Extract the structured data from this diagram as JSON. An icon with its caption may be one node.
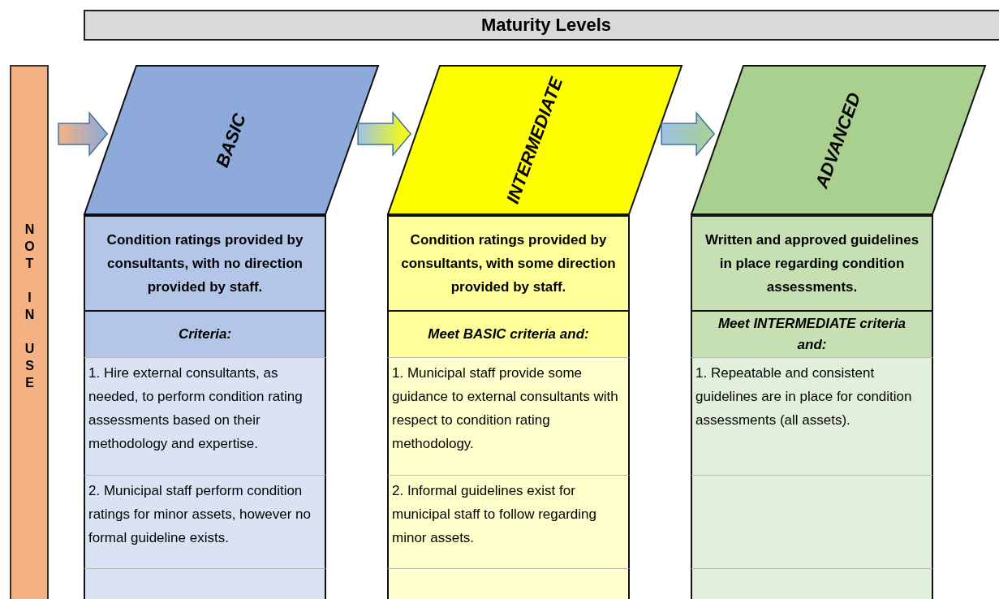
{
  "diagram": {
    "title": "Maturity Levels",
    "nodes": [
      {
        "text": [
          "NOT IN USE"
        ]
      },
      {
        "text": [
          "BASIC"
        ]
      },
      {
        "text": [
          "Condition ratings provided by consultants, with no direction provided by staff."
        ]
      },
      {
        "text": [
          "Criteria:"
        ]
      },
      {
        "text": [
          "1. Hire external consultants, as needed, to perform condition rating assessments based on their methodology and expertise."
        ]
      },
      {
        "text": [
          "2. Municipal staff perform condition ratings for minor assets, however no formal guideline exists."
        ]
      },
      {
        "text": [],
        "shape": "box"
      },
      {
        "text": [
          "INTERMEDIATE"
        ]
      },
      {
        "text": [
          "Condition ratings provided by consultants, with some direction provided by staff."
        ]
      },
      {
        "text": [
          "Meet BASIC criteria and:"
        ]
      },
      {
        "text": [
          "1. Municipal staff provide some guidance to external consultants with respect to condition rating methodology."
        ]
      },
      {
        "text": [
          "2. Informal guidelines exist for municipal staff to follow regarding minor assets."
        ]
      },
      {
        "text": [],
        "shape": "box"
      },
      {
        "text": [
          "ADVANCED"
        ]
      },
      {
        "text": [
          "Written and approved guidelines in place regarding condition assessments."
        ]
      },
      {
        "text": [
          "Meet INTERMEDIATE criteria and:"
        ]
      },
      {
        "text": [
          "1. Repeatable and consistent guidelines are in place for condition assessments (all assets)."
        ]
      },
      {
        "text": [],
        "shape": "box"
      },
      {
        "text": [],
        "shape": "box"
      }
    ],
    "edges": [
      {
        "from": 0,
        "to": 1,
        "arrow": "to"
      },
      {
        "from": 1,
        "to": 7,
        "arrow": "to"
      },
      {
        "from": 7,
        "to": 13,
        "arrow": "to"
      }
    ]
  }
}
